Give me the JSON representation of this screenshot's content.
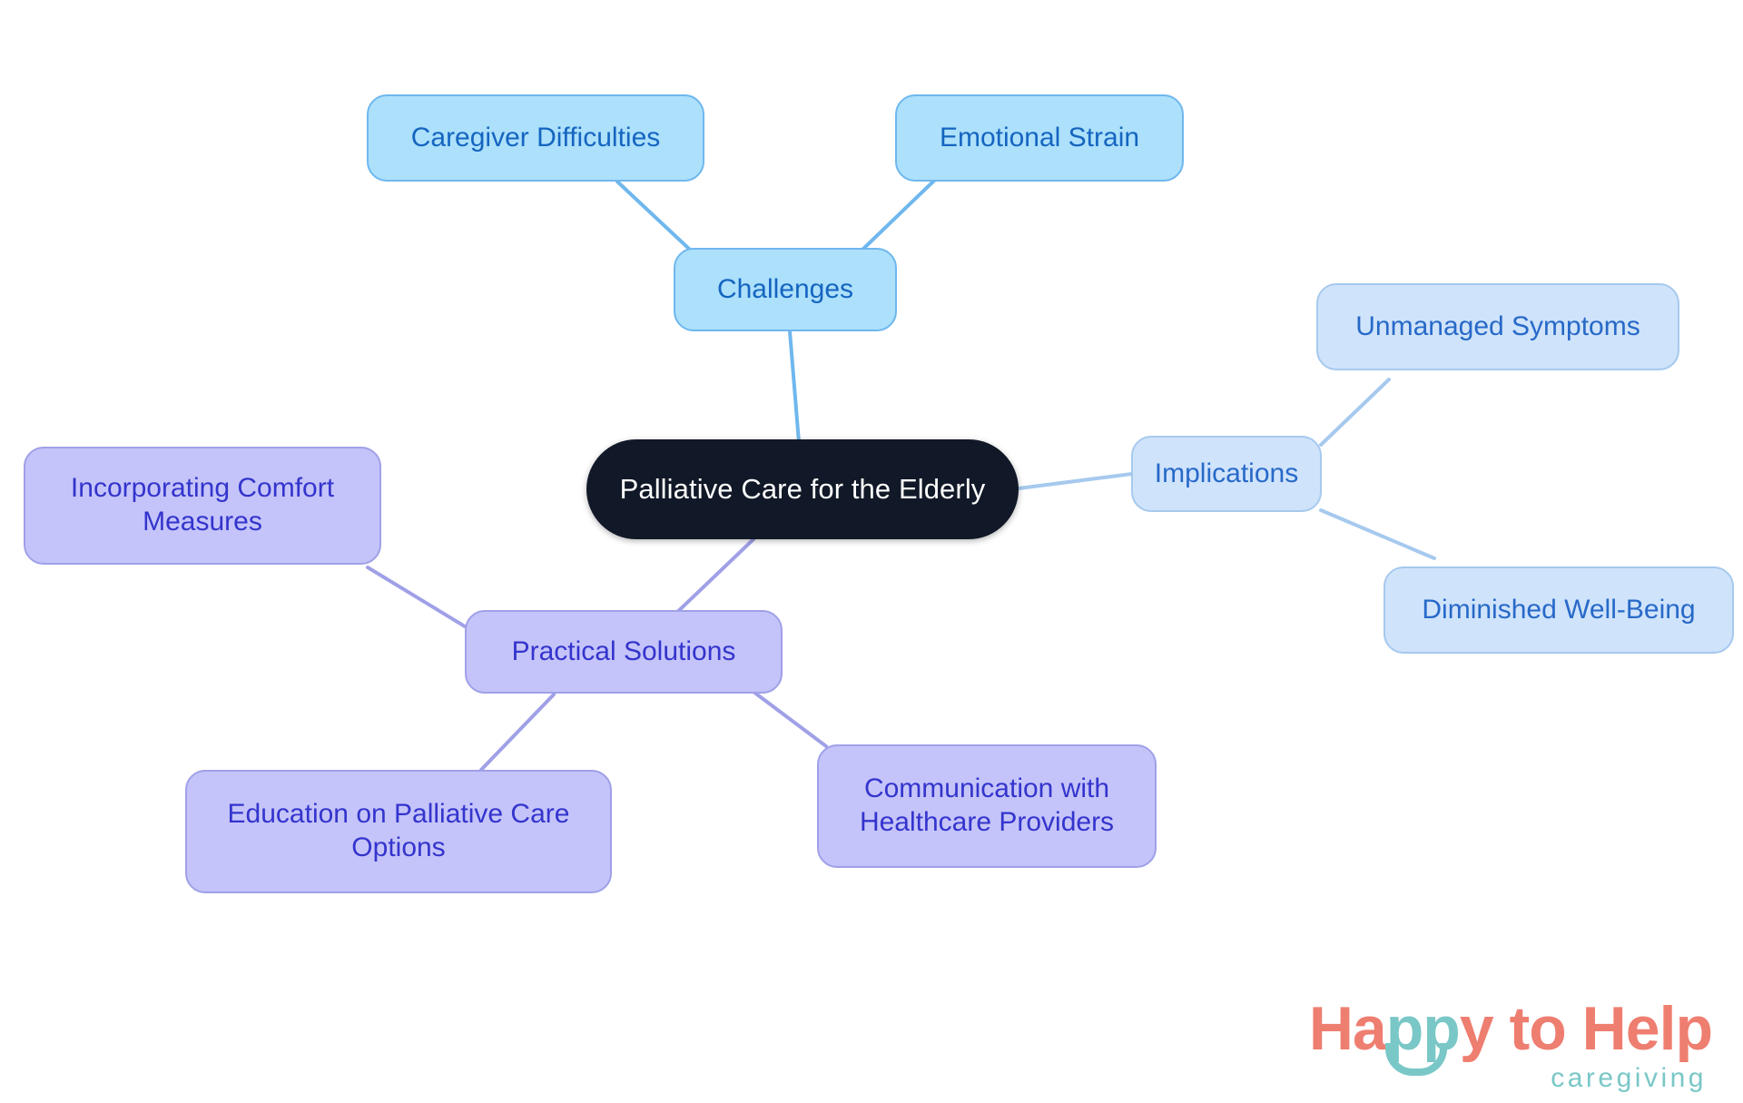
{
  "diagram": {
    "type": "mind-map",
    "title": "Palliative Care for the Elderly",
    "root": {
      "label": "Palliative Care for the Elderly",
      "fill": "#111827",
      "text_color": "#ffffff"
    },
    "branches": [
      {
        "label": "Challenges",
        "fill": "#ace0fb",
        "border": "#6fb7ee",
        "text_color": "#1565c0",
        "edge_color": "#6fb7ee",
        "children": [
          {
            "label": "Caregiver Difficulties"
          },
          {
            "label": "Emotional Strain"
          }
        ]
      },
      {
        "label": "Implications",
        "fill": "#cfe3fb",
        "border": "#a6c9ee",
        "text_color": "#2769c8",
        "edge_color": "#a6c9ee",
        "children": [
          {
            "label": "Unmanaged Symptoms"
          },
          {
            "label": "Diminished Well-Being"
          }
        ]
      },
      {
        "label": "Practical Solutions",
        "fill": "#c4c4fa",
        "border": "#a0a0e8",
        "text_color": "#3434cd",
        "edge_color": "#a0a0e8",
        "children": [
          {
            "label": "Incorporating Comfort\nMeasures"
          },
          {
            "label": "Education on Palliative Care\nOptions"
          },
          {
            "label": "Communication with\nHealthcare Providers"
          }
        ]
      }
    ]
  },
  "logo": {
    "word_part_1": "Ha",
    "word_part_2": "pp",
    "word_part_3": "y",
    "word_part_4": " to Help",
    "subtitle": "caregiving",
    "coral": "#ee7e70",
    "teal": "#7ac7c7"
  }
}
